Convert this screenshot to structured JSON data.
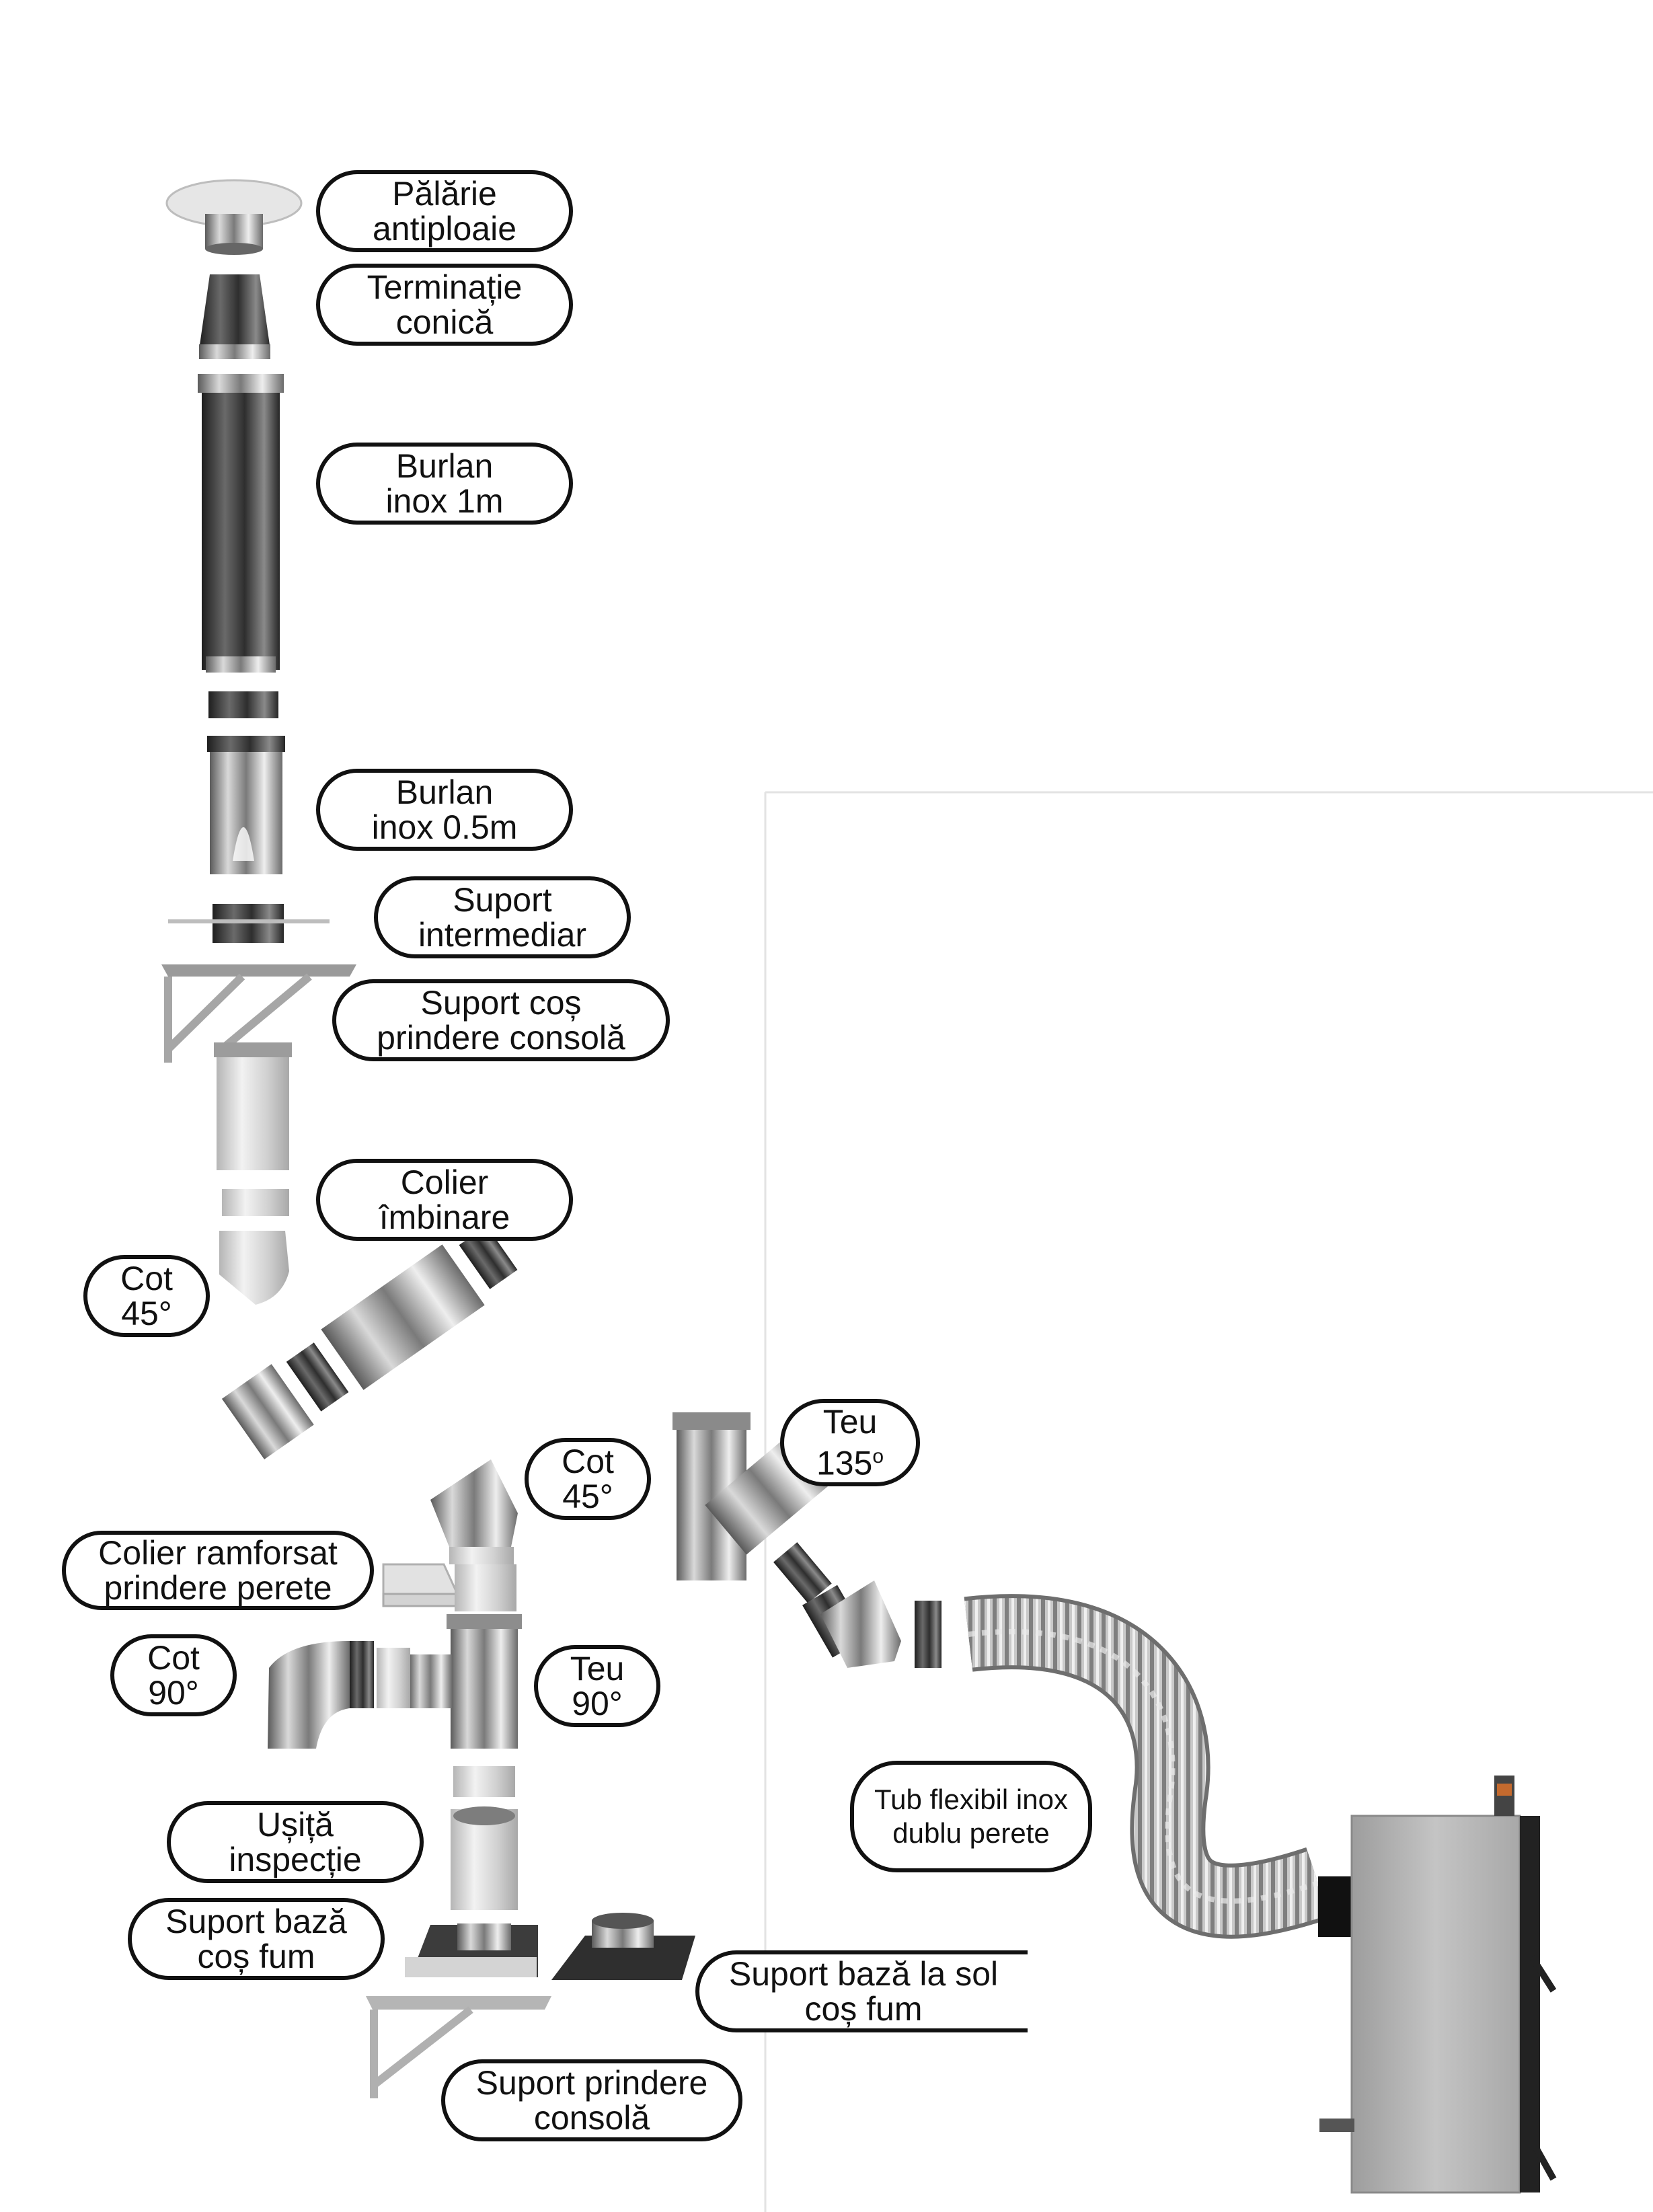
{
  "labels": {
    "palarie": [
      "Pălărie",
      "antiploaie"
    ],
    "terminatie": [
      "Terminație",
      "conică"
    ],
    "burlan1m": [
      "Burlan",
      "inox 1m"
    ],
    "burlan05": [
      "Burlan",
      "inox 0.5m"
    ],
    "suport_intermediar": [
      "Suport",
      "intermediar"
    ],
    "suport_cos_consola": [
      "Suport coș",
      "prindere consolă"
    ],
    "colier_imbinare": [
      "Colier",
      "îmbinare"
    ],
    "cot45_top": [
      "Cot",
      "45°"
    ],
    "cot45_mid": [
      "Cot",
      "45°"
    ],
    "teu135": [
      "Teu",
      "135"
    ],
    "teu135_sup": "o",
    "colier_ramforsat": [
      "Colier ramforsat",
      "prindere perete"
    ],
    "cot90": [
      "Cot",
      "90°"
    ],
    "teu90": [
      "Teu",
      "90°"
    ],
    "tub_flexibil": [
      "Tub flexibil inox",
      "dublu perete"
    ],
    "usita": [
      "Ușiță",
      "inspecție"
    ],
    "suport_baza": [
      "Suport bază",
      "coș fum"
    ],
    "suport_baza_sol": [
      "Suport bază la sol",
      "coș fum"
    ],
    "suport_prindere_consola": [
      "Suport prindere",
      "consolă"
    ]
  },
  "colors": {
    "steel_dark": "#3a3a3a",
    "steel_mid": "#8a8a8a",
    "steel_light": "#d8d8d8",
    "stove_body": "#b9b9b9",
    "stove_dark": "#1e1e1e",
    "label_border": "#111111"
  }
}
